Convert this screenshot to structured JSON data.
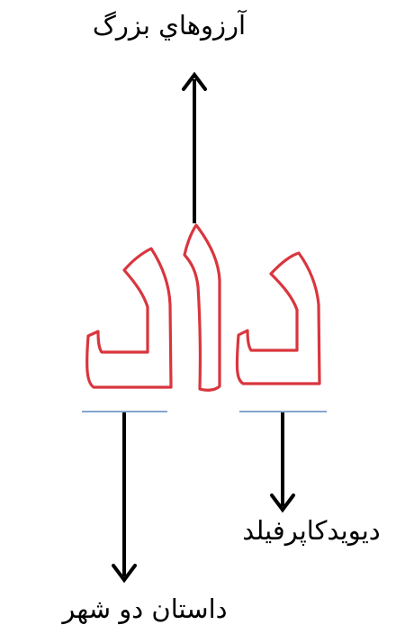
{
  "labels": {
    "top": "آرزوهاي بزرگ",
    "right": "ديويدكاپرفيلد",
    "bottom": "داستان دو شهر"
  },
  "word": {
    "text": "داد",
    "outline_color": "#d9363e",
    "fill_color": "#ffffff"
  },
  "colors": {
    "arrow": "#000000",
    "underline": "#3c6fb4"
  }
}
